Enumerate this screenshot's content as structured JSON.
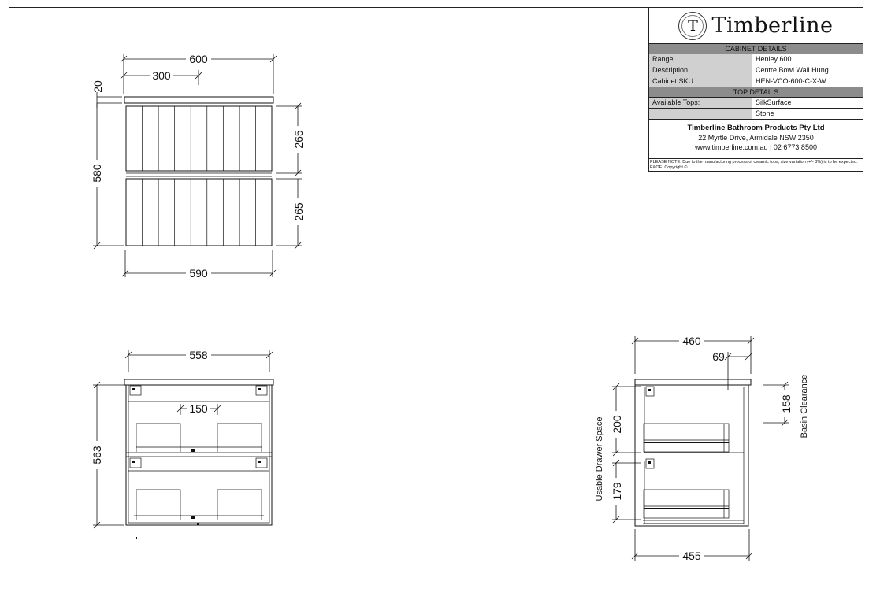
{
  "title_block": {
    "logo_letter": "T",
    "logo_text": "Timberline",
    "cabinet_details_header": "CABINET DETAILS",
    "cabinet_rows": [
      {
        "key": "Range",
        "value": "Henley 600"
      },
      {
        "key": "Description",
        "value": "Centre Bowl Wall Hung"
      },
      {
        "key": "Cabinet SKU",
        "value": "HEN-VCO-600-C-X-W"
      }
    ],
    "top_details_header": "TOP DETAILS",
    "top_rows": [
      {
        "key": "Available Tops:",
        "value": "SilkSurface"
      },
      {
        "key": "",
        "value": "Stone"
      }
    ],
    "company_name": "Timberline Bathroom Products Pty Ltd",
    "company_address": "22 Myrtle Drive, Armidale NSW 2350",
    "company_contact": "www.timberline.com.au  |  02 6773 8500",
    "note": "PLEASE NOTE: Due to the manufacturing process of ceramic tops, size variation (+/- 3%) is to be expected. E&OE. Copyright ©"
  },
  "dimensions": {
    "front_overall_width": "600",
    "front_half_width": "300",
    "front_top_thickness": "20",
    "front_height": "580",
    "front_drawer_upper": "265",
    "front_drawer_lower": "265",
    "front_body_width": "590",
    "rear_width": "558",
    "rear_gap": "150",
    "rear_height": "563",
    "side_depth_top": "460",
    "side_offset": "69",
    "side_basin_clearance": "158",
    "side_drawer_upper": "200",
    "side_drawer_lower": "179",
    "side_depth_bottom": "455"
  },
  "labels": {
    "basin_clearance": "Basin Clearance",
    "usable_drawer_space": "Usable Drawer Space"
  }
}
